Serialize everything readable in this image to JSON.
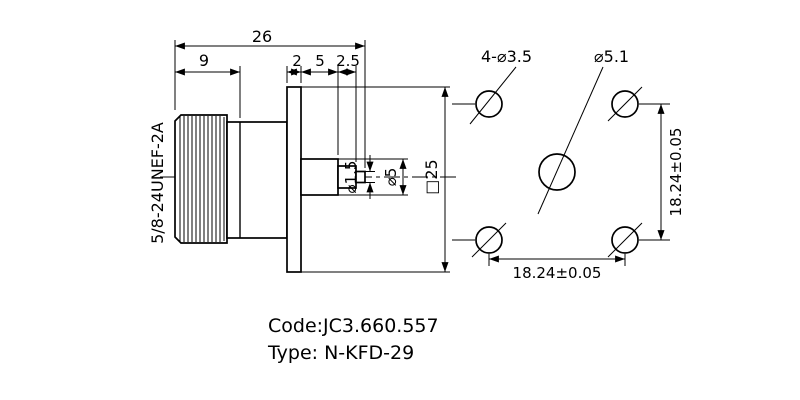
{
  "side_view": {
    "dim_overall": "26",
    "dim_nut_length": "9",
    "dim_flange_thickness": "2",
    "dim_step1": "5",
    "dim_step2": "2.5",
    "thread_spec": "5/8-24UNEF-2A",
    "dim_pin_diameter": "⌀1.5",
    "dim_shaft_diameter": "⌀5",
    "dim_flange_square": "□25"
  },
  "front_view": {
    "dim_mounting_holes": "4-⌀3.5",
    "dim_center_hole": "⌀5.1",
    "dim_hole_pitch_vertical": "18.24±0.05",
    "dim_hole_pitch_horizontal": "18.24±0.05"
  },
  "footer": {
    "code": "Code:JC3.660.557",
    "type": "Type: N-KFD-29"
  }
}
